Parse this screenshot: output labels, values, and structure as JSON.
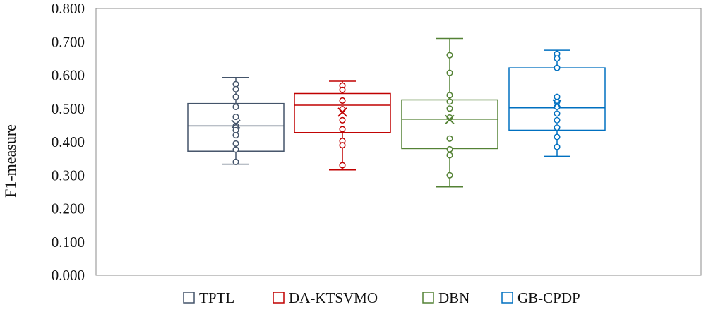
{
  "chart_data": {
    "type": "box",
    "ylabel": "F1-measure",
    "xlabel": "",
    "ylim": [
      0.0,
      0.8
    ],
    "yticks": [
      "0.000",
      "0.100",
      "0.200",
      "0.300",
      "0.400",
      "0.500",
      "0.600",
      "0.700",
      "0.800"
    ],
    "grid": false,
    "legend_position": "bottom",
    "series": [
      {
        "name": "TPTL",
        "color": "#44546a",
        "whisker_low": 0.333,
        "q1": 0.372,
        "median": 0.448,
        "q3": 0.515,
        "whisker_high": 0.593,
        "mean": 0.453,
        "points": [
          0.573,
          0.558,
          0.535,
          0.505,
          0.475,
          0.448,
          0.435,
          0.42,
          0.395,
          0.377,
          0.34
        ]
      },
      {
        "name": "DA-KTSVMO",
        "color": "#c00000",
        "whisker_low": 0.316,
        "q1": 0.428,
        "median": 0.51,
        "q3": 0.545,
        "whisker_high": 0.582,
        "mean": 0.489,
        "points": [
          0.569,
          0.556,
          0.524,
          0.498,
          0.465,
          0.438,
          0.403,
          0.39,
          0.33
        ]
      },
      {
        "name": "DBN",
        "color": "#548235",
        "whisker_low": 0.265,
        "q1": 0.38,
        "median": 0.468,
        "q3": 0.526,
        "whisker_high": 0.71,
        "mean": 0.467,
        "points": [
          0.66,
          0.607,
          0.54,
          0.521,
          0.5,
          0.473,
          0.41,
          0.378,
          0.36,
          0.3
        ]
      },
      {
        "name": "GB-CPDP",
        "color": "#0070c0",
        "whisker_low": 0.357,
        "q1": 0.435,
        "median": 0.502,
        "q3": 0.622,
        "whisker_high": 0.675,
        "mean": 0.514,
        "points": [
          0.664,
          0.65,
          0.622,
          0.535,
          0.52,
          0.505,
          0.485,
          0.465,
          0.443,
          0.415,
          0.385
        ]
      }
    ]
  }
}
